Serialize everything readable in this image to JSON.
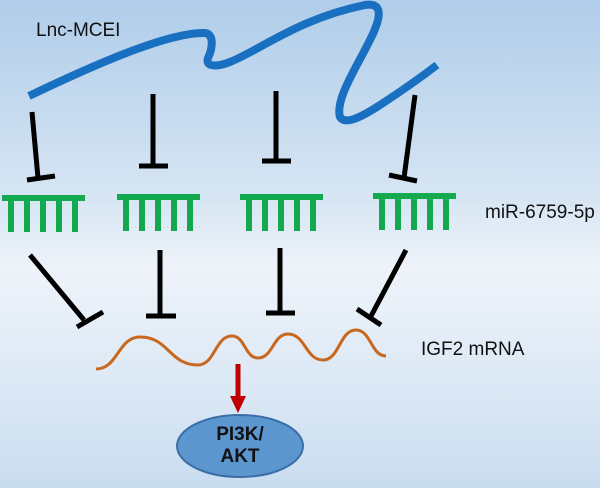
{
  "labels": {
    "lnc": "Lnc-MCEI",
    "mirna": "miR-6759-5p",
    "mrna": "IGF2 mRNA",
    "node_line1": "PI3K/",
    "node_line2": "AKT"
  },
  "colors": {
    "lncrna": "#1a70c0",
    "mirna": "#12a94f",
    "mrna": "#c8671e",
    "inhibit": "#000000",
    "activate": "#c00000",
    "node_fill": "#5b96cf",
    "node_stroke": "#3a6ea5"
  },
  "relations": {
    "lnc_inhibits_mirna_count": 4,
    "mirna_inhibits_mrna_count": 4,
    "mrna_activates": "PI3K/AKT"
  }
}
